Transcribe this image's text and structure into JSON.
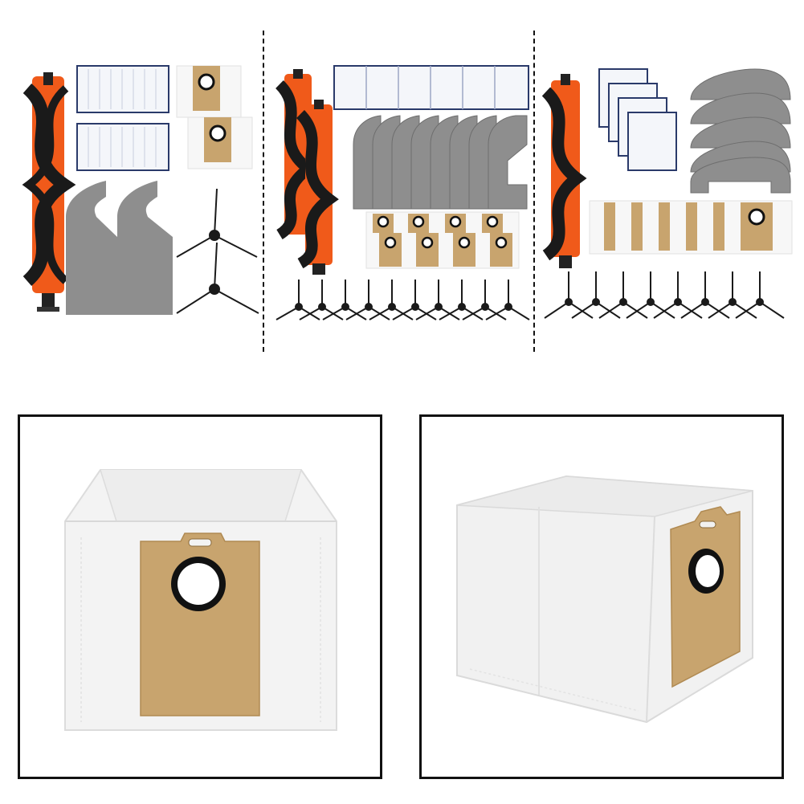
{
  "product": {
    "description_visible_text": "",
    "kits": [
      {
        "id": "kit-1",
        "brushes": 1,
        "filters": 2,
        "mops": 2,
        "bags": 2,
        "side_brushes": 2
      },
      {
        "id": "kit-2",
        "brushes": 2,
        "filters": 6,
        "mops": 8,
        "bags": 8,
        "side_brushes": 10
      },
      {
        "id": "kit-3",
        "brushes": 1,
        "filters": 4,
        "mops": 5,
        "bags": 6,
        "side_brushes": 8
      }
    ],
    "detail_views": [
      {
        "id": "bag-front"
      },
      {
        "id": "bag-angle"
      }
    ]
  },
  "colors": {
    "brush_orange": "#f05a1a",
    "brush_bristle": "#1a1a1a",
    "filter_white": "#f4f6fa",
    "filter_edge": "#2a3a6a",
    "mop_gray": "#8e8e8e",
    "bag_white": "#f7f7f7",
    "cardboard": "#c8a46e",
    "ring_black": "#111111",
    "frame_border": "#111111"
  }
}
